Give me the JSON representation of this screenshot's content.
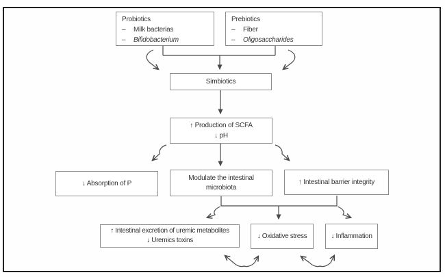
{
  "dash": "–",
  "colors": {
    "line": "#4a4a4a",
    "box_border": "#8c8c8c",
    "frame_border": "#222222",
    "text": "#333333",
    "background": "#ffffff"
  },
  "boxes": {
    "probiotics": {
      "title": "Probiotics",
      "item1": "Milk bacterias",
      "item2": "Bifidobacterium"
    },
    "prebiotics": {
      "title": "Prebiotics",
      "item1": "Fiber",
      "item2": "Oligosaccharides"
    },
    "simbiotics": {
      "label": "Simbiotics"
    },
    "scfa": {
      "line1": "↑ Production of SCFA",
      "line2": "↓ pH"
    },
    "absorption": {
      "label": "↓ Absorption of P"
    },
    "modulate": {
      "line1": "Modulate the intestinal",
      "line2": "microbiota"
    },
    "barrier": {
      "label": "↑ Intestinal barrier integrity"
    },
    "excretion": {
      "line1": "↑ Intestinal excretion of uremic metabolites",
      "line2": "↓ Uremics toxins"
    },
    "oxidative": {
      "label": "↓ Oxidative stress"
    },
    "inflammation": {
      "label": "↓ Inflammation"
    }
  }
}
